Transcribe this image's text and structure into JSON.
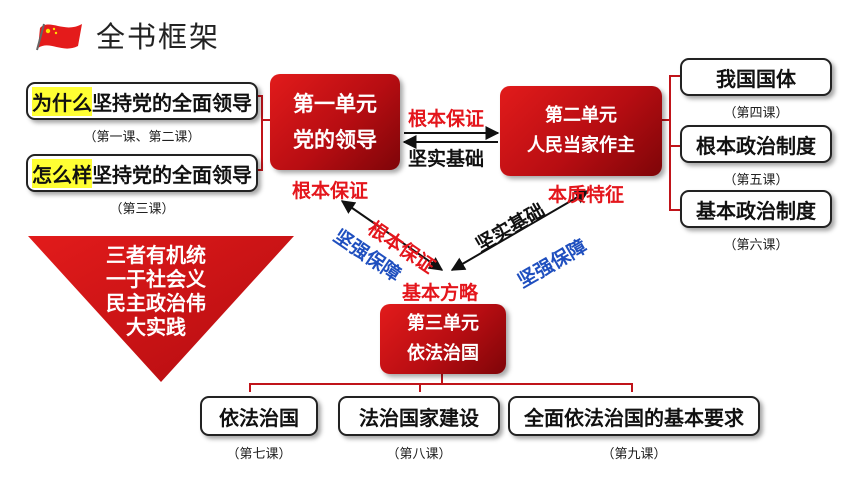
{
  "header": {
    "title": "全书框架",
    "flag_icon": "red-flag-icon"
  },
  "colors": {
    "unit_red": "#c0141a",
    "label_red": "#e4161c",
    "label_blue": "#1f4fbf",
    "highlight": "#ffff33"
  },
  "unit1": {
    "line1": "第一单元",
    "line2": "党的领导"
  },
  "unit2": {
    "line1": "第二单元",
    "line2": "人民当家作主"
  },
  "unit3": {
    "line1": "第三单元",
    "line2": "依法治国"
  },
  "left_items": [
    {
      "highlight": "为什么",
      "rest": "坚持党的全面领导",
      "lesson": "（第一课、第二课）"
    },
    {
      "highlight": "怎么样",
      "rest": "坚持党的全面领导",
      "lesson": "（第三课）"
    }
  ],
  "right_items": [
    {
      "label": "我国国体",
      "lesson": "（第四课）"
    },
    {
      "label": "根本政治制度",
      "lesson": "（第五课）"
    },
    {
      "label": "基本政治制度",
      "lesson": "（第六课）"
    }
  ],
  "bottom_items": [
    {
      "label": "依法治国",
      "lesson": "（第七课）"
    },
    {
      "label": "法治国家建设",
      "lesson": "（第八课）"
    },
    {
      "label": "全面依法治国的基本要求",
      "lesson": "（第九课）"
    }
  ],
  "relations": {
    "u1_to_u2": "根本保证",
    "u2_to_u1": "坚实基础",
    "u1_top_left": "根本保证",
    "u1_u3_red": "根本保证",
    "u1_u3_blue": "坚强保障",
    "u2_u3_black": "坚实基础",
    "u2_u3_red": "本质特征",
    "u2_u3_blue": "坚强保障",
    "u3_top": "基本方略"
  },
  "triangle": {
    "lines": [
      "三者有机统",
      "一于社会义",
      "民主政治伟",
      "大实践"
    ]
  }
}
